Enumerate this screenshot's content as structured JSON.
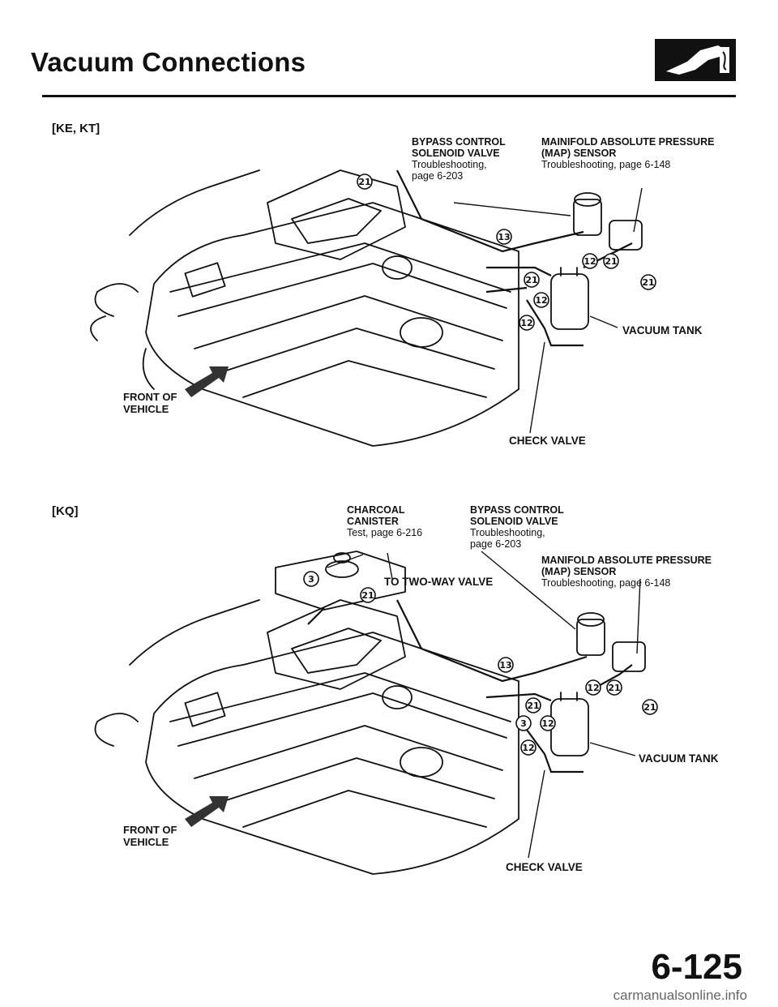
{
  "page": {
    "title": "Vacuum Connections",
    "page_number": "6-125",
    "watermark": "carmanualsonline.info"
  },
  "section1": {
    "variant_label": "[KE, KT]",
    "bypass_valve": {
      "title": "BYPASS CONTROL",
      "title2": "SOLENOID VALVE",
      "ref1": "Troubleshooting,",
      "ref2": "page 6-203"
    },
    "map_sensor": {
      "title": "MAINIFOLD ABSOLUTE PRESSURE",
      "title2": "(MAP) SENSOR",
      "ref1": "Troubleshooting, page 6-148"
    },
    "vacuum_tank": "VACUUM TANK",
    "check_valve": "CHECK VALVE",
    "front_line1": "FRONT OF",
    "front_line2": "VEHICLE",
    "hose_numbers": {
      "a": "21",
      "b": "13",
      "c": "12",
      "d": "21",
      "e": "21",
      "f": "21",
      "g": "12",
      "h": "12"
    }
  },
  "section2": {
    "variant_label": "[KQ]",
    "charcoal": {
      "title": "CHARCOAL",
      "title2": "CANISTER",
      "ref1": "Test, page 6-216"
    },
    "bypass_valve": {
      "title": "BYPASS CONTROL",
      "title2": "SOLENOID VALVE",
      "ref1": "Troubleshooting,",
      "ref2": "page 6-203"
    },
    "map_sensor": {
      "title": "MANIFOLD ABSOLUTE PRESSURE",
      "title2": "(MAP) SENSOR",
      "ref1": "Troubleshooting, page 6-148"
    },
    "two_way": "TO TWO-WAY VALVE",
    "vacuum_tank": "VACUUM TANK",
    "check_valve": "CHECK VALVE",
    "front_line1": "FRONT OF",
    "front_line2": "VEHICLE",
    "hose_numbers": {
      "a": "3",
      "b": "21",
      "c": "13",
      "d": "12",
      "e": "21",
      "f": "21",
      "g": "21",
      "h": "3",
      "i": "12",
      "j": "12"
    }
  }
}
